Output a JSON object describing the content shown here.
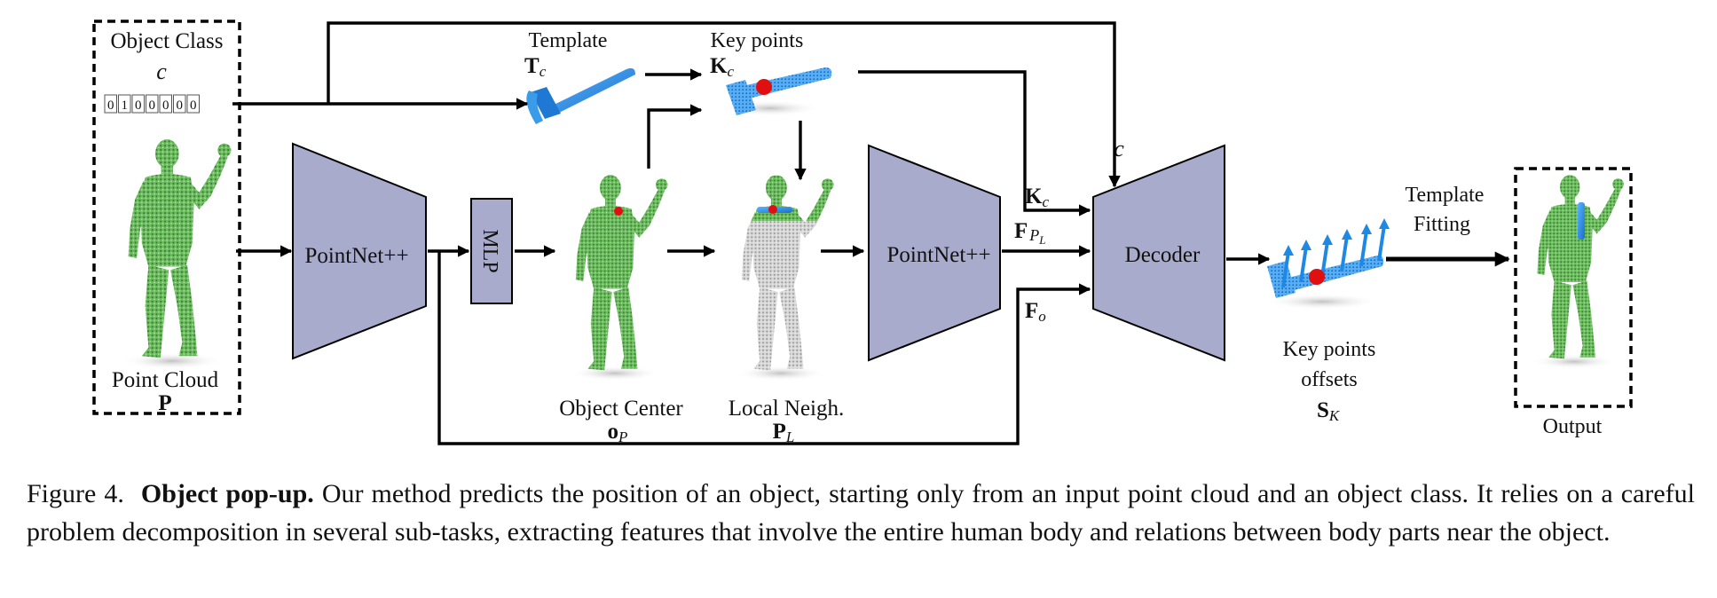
{
  "diagram": {
    "object_class_label": "Object Class",
    "object_class_symbol": "c",
    "one_hot_digits": [
      "0",
      "1",
      "0",
      "0",
      "0",
      "0",
      "0"
    ],
    "point_cloud_label": "Point Cloud",
    "point_cloud_symbol": "P",
    "encoder_label": "PointNet++",
    "mlp_label": "MLP",
    "template_label": "Template",
    "template_symbol": "T",
    "template_sub": "c",
    "keypoints_label": "Key points",
    "keypoints_symbol": "K",
    "keypoints_sub": "c",
    "object_center_label": "Object Center",
    "object_center_symbol": "o",
    "object_center_sub": "P",
    "local_neigh_label": "Local Neigh.",
    "local_neigh_symbol": "P",
    "local_neigh_sub": "L",
    "encoder2_label": "PointNet++",
    "decoder_label": "Decoder",
    "decoder_class_symbol": "c",
    "feat_k_symbol": "K",
    "feat_k_sub": "c",
    "feat_fp_symbol": "F",
    "feat_fp_sub": "P",
    "feat_fp_subsub": "L",
    "feat_fo_symbol": "F",
    "feat_fo_sub": "o",
    "offsets_line1": "Key points",
    "offsets_line2": "offsets",
    "offsets_symbol": "S",
    "offsets_sub": "K",
    "fitting_line1": "Template",
    "fitting_line2": "Fitting",
    "output_label": "Output"
  },
  "colors": {
    "block_fill": "#a9abcc",
    "human_green": "#3f9b35",
    "human_grey": "#b9b9b9",
    "object_blue": "#2b8fe0",
    "keypoint_red": "#e01010"
  },
  "caption": {
    "figure_label": "Figure 4.",
    "title": "Object pop-up.",
    "body": "Our method predicts the position of an object, starting only from an input point cloud and an object class. It relies on a careful problem decomposition in several sub-tasks, extracting features that involve the entire human body and relations between body parts near the object."
  }
}
